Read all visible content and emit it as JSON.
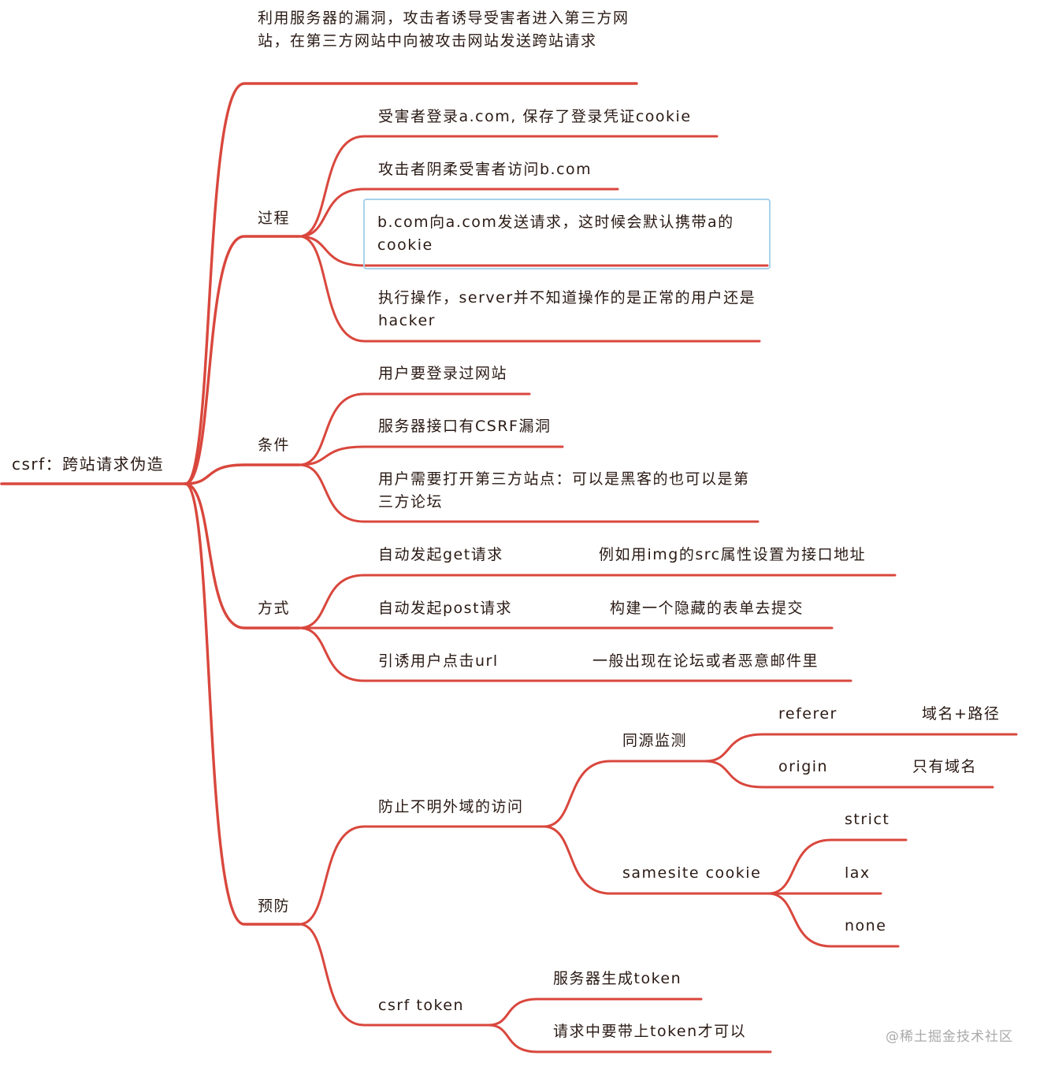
{
  "mindmap": {
    "root": "csrf：跨站请求伪造",
    "definition": "利用服务器的漏洞，攻击者诱导受害者进入第三方网站，在第三方网站中向被攻击网站发送跨站请求",
    "process": {
      "label": "过程",
      "steps": [
        "受害者登录a.com, 保存了登录凭证cookie",
        "攻击者阴柔受害者访问b.com",
        "b.com向a.com发送请求，这时候会默认携带a的cookie",
        "执行操作，server并不知道操作的是正常的用户还是hacker"
      ]
    },
    "conditions": {
      "label": "条件",
      "items": [
        "用户要登录过网站",
        "服务器接口有CSRF漏洞",
        "用户需要打开第三方站点：可以是黑客的也可以是第三方论坛"
      ]
    },
    "methods": {
      "label": "方式",
      "items": [
        {
          "name": "自动发起get请求",
          "detail": "例如用img的src属性设置为接口地址"
        },
        {
          "name": "自动发起post请求",
          "detail": "构建一个隐藏的表单去提交"
        },
        {
          "name": "引诱用户点击url",
          "detail": "一般出现在论坛或者恶意邮件里"
        }
      ]
    },
    "prevention": {
      "label": "预防",
      "block_foreign": {
        "label": "防止不明外域的访问",
        "same_origin": {
          "label": "同源监测",
          "items": [
            {
              "name": "referer",
              "detail": "域名+路径"
            },
            {
              "name": "origin",
              "detail": "只有域名"
            }
          ]
        },
        "samesite": {
          "label": "samesite cookie",
          "values": [
            "strict",
            "lax",
            "none"
          ]
        }
      },
      "csrf_token": {
        "label": "csrf token",
        "items": [
          "服务器生成token",
          "请求中要带上token才可以"
        ]
      }
    }
  },
  "watermark": "@稀土掘金技术社区",
  "colors": {
    "line": "#d9473d",
    "text": "#2a1a14",
    "selection": "#a8d2ea"
  }
}
